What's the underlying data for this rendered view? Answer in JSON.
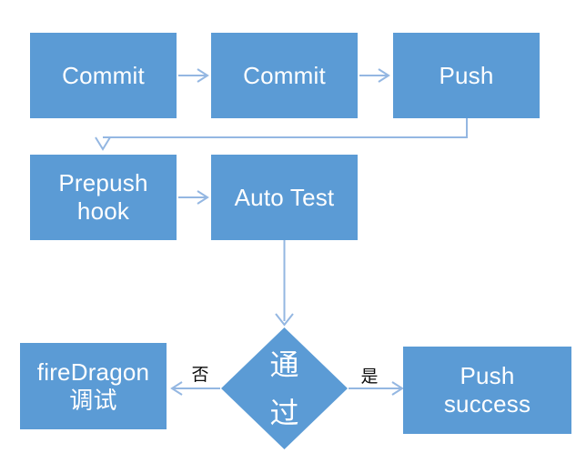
{
  "diagram": {
    "type": "flowchart",
    "background": "#ffffff",
    "colors": {
      "node_fill": "#5b9bd5",
      "node_text": "#ffffff",
      "connector": "#94b7e2",
      "branch_label_text": "#0c0c0c"
    },
    "nodes": {
      "commit1": {
        "label": "Commit",
        "shape": "rectangle"
      },
      "commit2": {
        "label": "Commit",
        "shape": "rectangle"
      },
      "push": {
        "label": "Push",
        "shape": "rectangle"
      },
      "prepush": {
        "lines": [
          "Prepush",
          "hook"
        ],
        "label": "Prepush hook",
        "shape": "rectangle"
      },
      "autotest": {
        "label": "Auto Test",
        "shape": "rectangle"
      },
      "decision": {
        "lines": [
          "通",
          "过"
        ],
        "label": "通过",
        "shape": "diamond"
      },
      "firedragon": {
        "lines": [
          "fireDragon",
          "调试"
        ],
        "label": "fireDragon 调试",
        "shape": "rectangle"
      },
      "pushsuccess": {
        "lines": [
          "Push",
          "success"
        ],
        "label": "Push success",
        "shape": "rectangle"
      }
    },
    "branch_labels": {
      "no": "否",
      "yes": "是"
    },
    "edges": [
      {
        "from": "commit1",
        "to": "commit2",
        "label": ""
      },
      {
        "from": "commit2",
        "to": "push",
        "label": ""
      },
      {
        "from": "push",
        "to": "prepush",
        "label": ""
      },
      {
        "from": "prepush",
        "to": "autotest",
        "label": ""
      },
      {
        "from": "autotest",
        "to": "decision",
        "label": ""
      },
      {
        "from": "decision",
        "to": "firedragon",
        "label": "否"
      },
      {
        "from": "decision",
        "to": "pushsuccess",
        "label": "是"
      }
    ]
  }
}
